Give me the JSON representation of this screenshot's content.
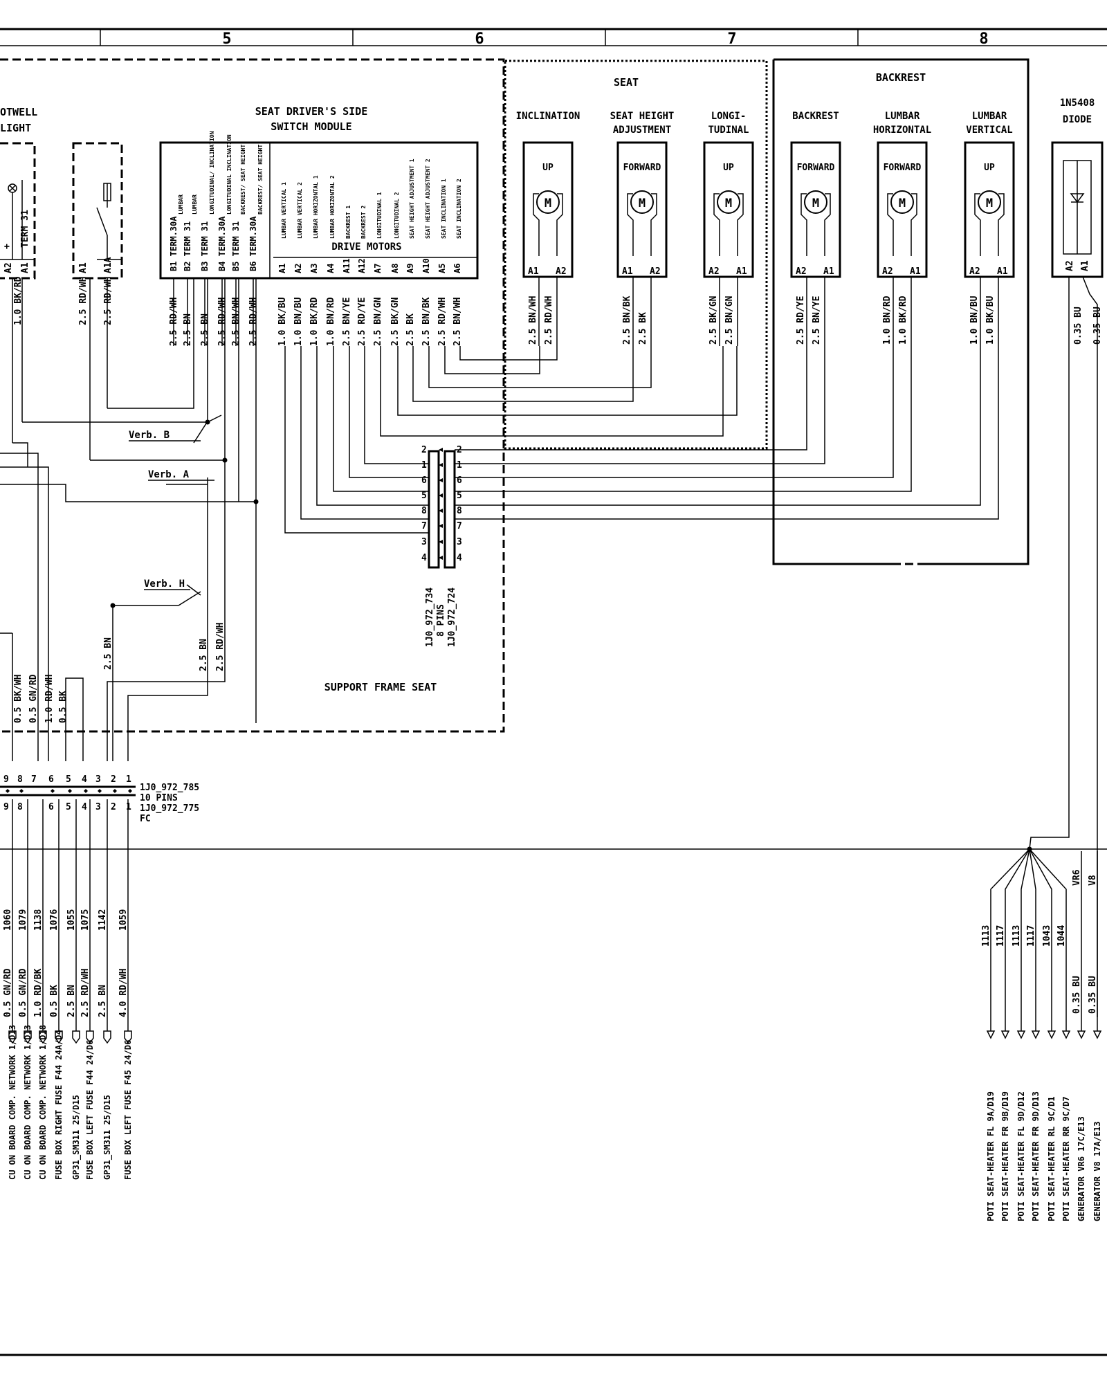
{
  "columns": [
    "5",
    "6",
    "7",
    "8"
  ],
  "left_partial": {
    "footwell_line1": "OTWELL",
    "footwell_line2": "LIGHT",
    "pins": [
      "A2",
      "A1"
    ],
    "plus": "+",
    "term": "TERM 31",
    "wires": [
      "1.0 BK/RD"
    ],
    "switch_pins": [
      "A1",
      "A1A"
    ],
    "switch_wires": [
      "2.5 RD/WH",
      "2.5 RD/WH"
    ]
  },
  "switch_module": {
    "title_line1": "SEAT DRIVER'S SIDE",
    "title_line2": "SWITCH MODULE",
    "b_pins": [
      {
        "pin": "B1",
        "term": "TERM.30A",
        "func": "LUMBAR",
        "wire": "2.5 RD/WH"
      },
      {
        "pin": "B2",
        "term": "TERM 31",
        "func": "LUMBAR",
        "wire": "2.5 BN"
      },
      {
        "pin": "B3",
        "term": "TERM 31",
        "func": "LONGITUDINAL/ INCLINATION",
        "wire": "2.5 BN"
      },
      {
        "pin": "B4",
        "term": "TERM.30A",
        "func": "LONGITUDINAL INCLINATION",
        "wire": "2.5 RD/WH"
      },
      {
        "pin": "B5",
        "term": "TERM 31",
        "func": "BACKREST/ SEAT HEIGHT",
        "wire": "2.5 BN/WH"
      },
      {
        "pin": "B6",
        "term": "TERM.30A",
        "func": "BACKREST/ SEAT HEIGHT",
        "wire": "2.5 RD/WH"
      }
    ],
    "a_pins": [
      {
        "pin": "A1",
        "func": "LUMBAR VERTICAL 1",
        "wire": "1.0 BK/BU"
      },
      {
        "pin": "A2",
        "func": "LUMBAR VERTICAL 2",
        "wire": "1.0 BN/BU"
      },
      {
        "pin": "A3",
        "func": "LUMBAR HORIZONTAL 1",
        "wire": "1.0 BK/RD"
      },
      {
        "pin": "A4",
        "func": "LUMBAR HORIZONTAL 2",
        "wire": "1.0 BN/RD"
      },
      {
        "pin": "A11",
        "func": "BACKREST 1",
        "wire": "2.5 BN/YE"
      },
      {
        "pin": "A12",
        "func": "BACKREST 2",
        "wire": "2.5 RD/YE"
      },
      {
        "pin": "A7",
        "func": "LONGITUDINAL 1",
        "wire": "2.5 BN/GN"
      },
      {
        "pin": "A8",
        "func": "LONGITUDINAL 2",
        "wire": "2.5 BK/GN"
      },
      {
        "pin": "A9",
        "func": "SEAT HEIGHT ADJUSTMENT 1",
        "wire": "2.5 BK"
      },
      {
        "pin": "A10",
        "func": "SEAT HEIGHT ADJUSTMENT 2",
        "wire": "2.5 BN/BK"
      },
      {
        "pin": "A5",
        "func": "SEAT INCLINATION 1",
        "wire": "2.5 RD/WH"
      },
      {
        "pin": "A6",
        "func": "SEAT INCLINATION 2",
        "wire": "2.5 BN/WH"
      }
    ],
    "drive_motors": "DRIVE MOTORS"
  },
  "verb": {
    "b": "Verb. B",
    "a": "Verb. A",
    "h": "Verb. H"
  },
  "seat_group": {
    "title": "SEAT",
    "motors": [
      {
        "name_lines": [
          "INCLINATION"
        ],
        "dir": "UP",
        "pins": [
          "A1",
          "A2"
        ],
        "wires": [
          "2.5 BN/WH",
          "2.5 RD/WH"
        ]
      },
      {
        "name_lines": [
          "SEAT HEIGHT",
          "ADJUSTMENT"
        ],
        "dir": "FORWARD",
        "pins": [
          "A1",
          "A2"
        ],
        "wires": [
          "2.5 BN/BK",
          "2.5 BK"
        ]
      },
      {
        "name_lines": [
          "LONGI-",
          "TUDINAL"
        ],
        "dir": "UP",
        "pins": [
          "A2",
          "A1"
        ],
        "wires": [
          "2.5 BK/GN",
          "2.5 BN/GN"
        ]
      }
    ]
  },
  "backrest_group": {
    "title": "BACKREST",
    "motors": [
      {
        "name_lines": [
          "BACKREST"
        ],
        "dir": "FORWARD",
        "pins": [
          "A2",
          "A1"
        ],
        "wires": [
          "2.5 RD/YE",
          "2.5 BN/YE"
        ]
      },
      {
        "name_lines": [
          "LUMBAR",
          "HORIZONTAL"
        ],
        "dir": "FORWARD",
        "pins": [
          "A2",
          "A1"
        ],
        "wires": [
          "1.0 BN/RD",
          "1.0 BK/RD"
        ]
      },
      {
        "name_lines": [
          "LUMBAR",
          "VERTICAL"
        ],
        "dir": "UP",
        "pins": [
          "A2",
          "A1"
        ],
        "wires": [
          "1.0 BN/BU",
          "1.0 BK/BU"
        ]
      }
    ]
  },
  "diode": {
    "name_line1": "1N5408",
    "name_line2": "DIODE",
    "pins": [
      "A2",
      "A1"
    ],
    "wires": [
      "0.35 BU",
      "0.35 BU"
    ]
  },
  "connector_8pin": {
    "pins_left": [
      "2",
      "1",
      "6",
      "5",
      "8",
      "7",
      "3",
      "4"
    ],
    "pins_right": [
      "2",
      "1",
      "6",
      "5",
      "8",
      "7",
      "3",
      "4"
    ],
    "label_line1": "1J0_972_734",
    "label_line2": "8 PINS",
    "label_line3": "1J0_972_724"
  },
  "support_frame": "SUPPORT FRAME  SEAT",
  "mid_wires": {
    "left_group": [
      "0.5 BK/WH",
      "0.5 GN/RD",
      "1.0 RD/WH",
      "0.5 BK"
    ],
    "verb_h_wire": "2.5 BN",
    "right_pair": [
      "2.5 BN",
      "2.5 RD/WH"
    ]
  },
  "connector_10pin": {
    "pins_top": [
      "9",
      "8",
      "7",
      "6",
      "5",
      "4",
      "3",
      "2",
      "1"
    ],
    "pins_bottom": [
      "9",
      "8",
      "6",
      "5",
      "4",
      "3",
      "2",
      "1"
    ],
    "label_line1": "1J0_972_785",
    "label_line2": "10 PINS",
    "label_line3": "1J0_972_775",
    "label_line4": "FC"
  },
  "bottom_left": [
    {
      "num": "1060",
      "wire": "0.5 GN/RD",
      "dest": "CU ON BOARD COMP. NETWORK  1/D13"
    },
    {
      "num": "1079",
      "wire": "0.5 GN/RD",
      "dest": "CU ON BOARD COMP. NETWORK  1/D13"
    },
    {
      "num": "1138",
      "wire": "1.0 RD/BK",
      "dest": "CU ON BOARD COMP. NETWORK  1/D18"
    },
    {
      "num": "1076",
      "wire": "0.5 BK",
      "dest": "FUSE BOX RIGHT FUSE F44  24A/D4"
    },
    {
      "num": "1055",
      "wire": "2.5 BN",
      "dest": "GP31_SM311  25/D15"
    },
    {
      "num": "1075",
      "wire": "2.5 RD/WH",
      "dest": "FUSE BOX  LEFT FUSE F44  24/D6"
    },
    {
      "num": "1142",
      "wire": "2.5 BN",
      "dest": "GP31_SM311  25/D15"
    },
    {
      "num": "1059",
      "wire": "4.0 RD/WH",
      "dest": "FUSE BOX  LEFT FUSE F45  24/D6"
    }
  ],
  "bottom_right": [
    {
      "num": "1113",
      "dest": "POTI SEAT-HEATER  FL  9A/D19"
    },
    {
      "num": "1117",
      "dest": "POTI SEAT-HEATER  FR  9B/D19"
    },
    {
      "num": "1113",
      "dest": "POTI SEAT-HEATER  FL  9D/D12"
    },
    {
      "num": "1117",
      "dest": "POTI SEAT-HEATER  FR  9D/D13"
    },
    {
      "num": "1043",
      "dest": "POTI SEAT-HEATER  RL  9C/D1"
    },
    {
      "num": "1044",
      "dest": "POTI SEAT-HEATER  RR  9C/D7"
    },
    {
      "num": "VR6",
      "wire": "0.35 BU",
      "dest": "GENERATOR VR6  17C/E13"
    },
    {
      "num": "V8",
      "wire": "0.35 BU",
      "dest": "GENERATOR  V8  17A/E13"
    }
  ]
}
